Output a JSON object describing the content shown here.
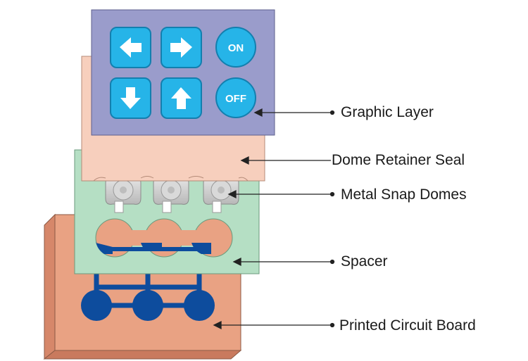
{
  "labels": {
    "graphic_layer": "Graphic Layer",
    "dome_retainer_seal": "Dome Retainer Seal",
    "metal_snap_domes": "Metal Snap Domes",
    "spacer": "Spacer",
    "printed_circuit_board": "Printed Circuit Board"
  },
  "buttons": {
    "on": "ON",
    "off": "OFF",
    "left_icon": "arrow-left-icon",
    "right_icon": "arrow-right-icon",
    "down_icon": "arrow-down-icon",
    "up_icon": "arrow-up-icon"
  },
  "colors": {
    "graphic_layer": "#9a9ccb",
    "dome_retainer_seal": "#f7cfbd",
    "spacer": "#b5dfc4",
    "pcb": "#e9a283",
    "pcb_traces": "#0d4c9d",
    "button": "#26b4e8",
    "dome": "#c9c9c9"
  }
}
